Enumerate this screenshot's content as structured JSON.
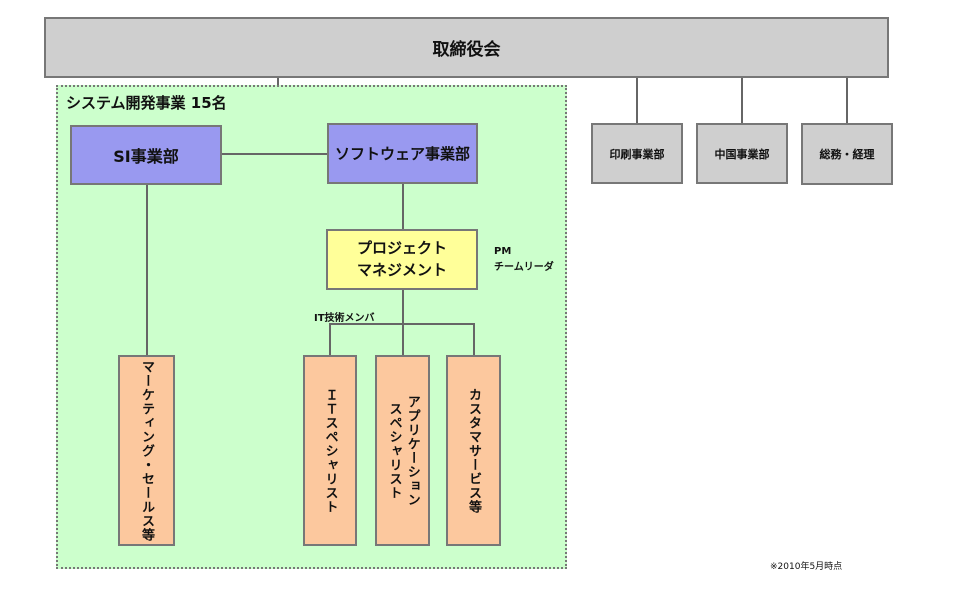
{
  "board": {
    "label": "取締役会"
  },
  "group": {
    "title": "システム開発事業 15名"
  },
  "si_division": {
    "label": "SI事業部"
  },
  "software_division": {
    "label": "ソフトウェア事業部"
  },
  "pm_box": {
    "label": "プロジェクト\nマネジメント"
  },
  "pm_note": {
    "label": "PM\nチームリーダ"
  },
  "it_members": {
    "label": "IT技術メンバ"
  },
  "roles": {
    "marketing": "マーケティング・セールス等",
    "it_specialist": "ＩＴスペシャリスト",
    "app_specialist": "アプリケーション\nスペシャリスト",
    "customer_service": "カスタマサービス等"
  },
  "other_divisions": {
    "printing": "印刷事業部",
    "china": "中国事業部",
    "general_affairs": "総務・経理"
  },
  "footnote": "※2010年5月時点",
  "colors": {
    "board": "#cfcfcf",
    "division": "#9999f0",
    "pm": "#ffff99",
    "role": "#fcc89e",
    "group_bg": "#ccffcc"
  }
}
